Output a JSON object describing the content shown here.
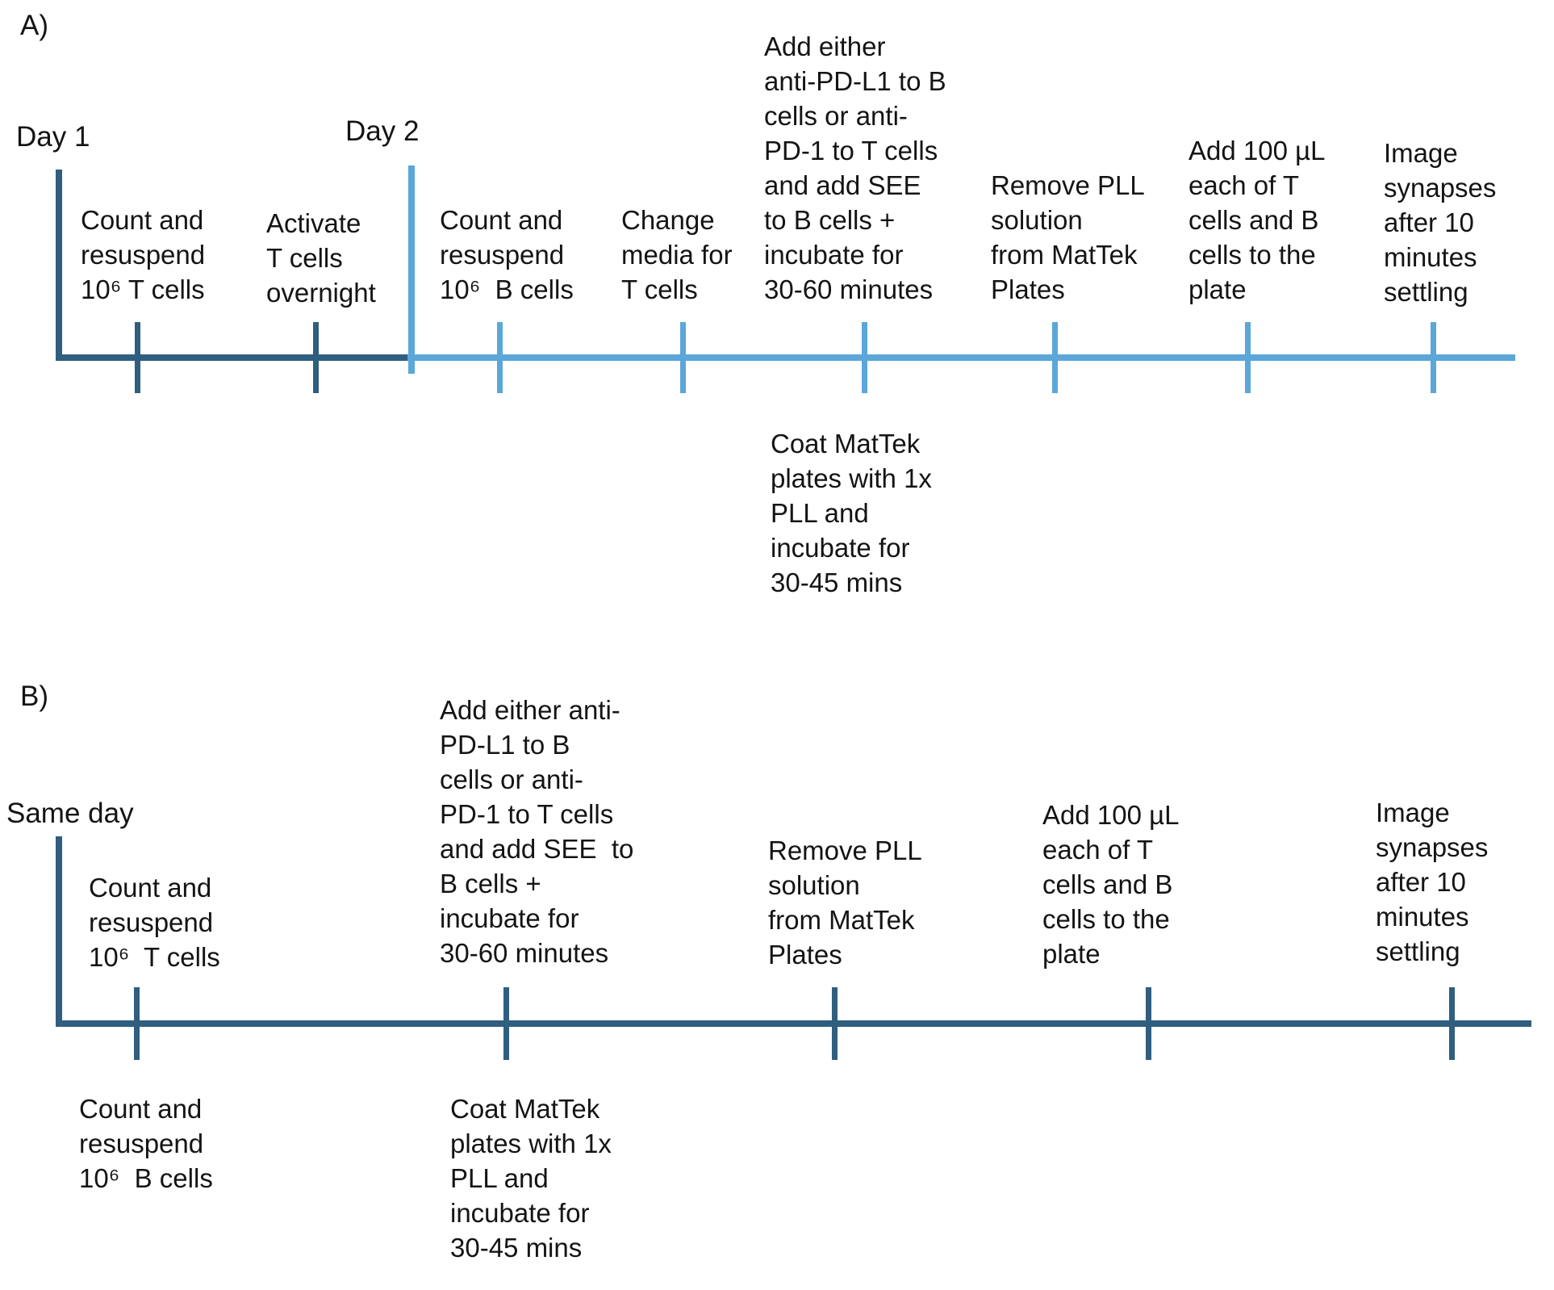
{
  "colors": {
    "dark_blue": "#2f5e7f",
    "light_blue": "#5ba7da",
    "text": "#141414",
    "bg": "#ffffff"
  },
  "panel_a": {
    "label": "A)",
    "day1": "Day 1",
    "day2": "Day 2",
    "count_t": {
      "lines": [
        "Count and",
        "resuspend",
        "10⁶ T cells"
      ]
    },
    "activate": {
      "lines": [
        "Activate",
        "T cells",
        "overnight"
      ]
    },
    "count_b": {
      "lines": [
        "Count and",
        "resuspend",
        "10⁶  B cells"
      ]
    },
    "change_media": {
      "lines": [
        "Change",
        "media for",
        "T cells"
      ]
    },
    "add_either": {
      "lines": [
        "Add either",
        "anti-PD-L1 to B",
        "cells or anti-",
        "PD-1 to T cells",
        "and add SEE",
        "to B cells +",
        "incubate for",
        "30-60 minutes"
      ]
    },
    "remove_pll": {
      "lines": [
        "Remove PLL",
        "solution",
        "from MatTek",
        "Plates"
      ]
    },
    "add_100": {
      "lines": [
        "Add 100 µL",
        "each of T",
        "cells and B",
        "cells to the",
        "plate"
      ]
    },
    "image_synapses": {
      "lines": [
        "Image",
        "synapses",
        "after 10",
        "minutes",
        "settling"
      ]
    },
    "coat_mattek": {
      "lines": [
        "Coat MatTek",
        "plates with 1x",
        "PLL and",
        "incubate for",
        "30-45 mins"
      ]
    }
  },
  "panel_b": {
    "label": "B)",
    "same_day": "Same day",
    "count_t": {
      "lines": [
        "Count and",
        "resuspend",
        "10⁶  T cells"
      ]
    },
    "add_either": {
      "lines": [
        "Add either anti-",
        "PD-L1 to B",
        "cells or anti-",
        "PD-1 to T cells",
        "and add SEE  to",
        "B cells +",
        "incubate for",
        "30-60 minutes"
      ]
    },
    "remove_pll": {
      "lines": [
        "Remove PLL",
        "solution",
        "from MatTek",
        "Plates"
      ]
    },
    "add_100": {
      "lines": [
        "Add 100 µL",
        "each of T",
        "cells and B",
        "cells to the",
        "plate"
      ]
    },
    "image_synapses": {
      "lines": [
        "Image",
        "synapses",
        "after 10",
        "minutes",
        "settling"
      ]
    },
    "count_b": {
      "lines": [
        "Count and",
        "resuspend",
        "10⁶  B cells"
      ]
    },
    "coat_mattek": {
      "lines": [
        "Coat MatTek",
        "plates with 1x",
        "PLL and",
        "incubate for",
        "30-45 mins"
      ]
    }
  }
}
